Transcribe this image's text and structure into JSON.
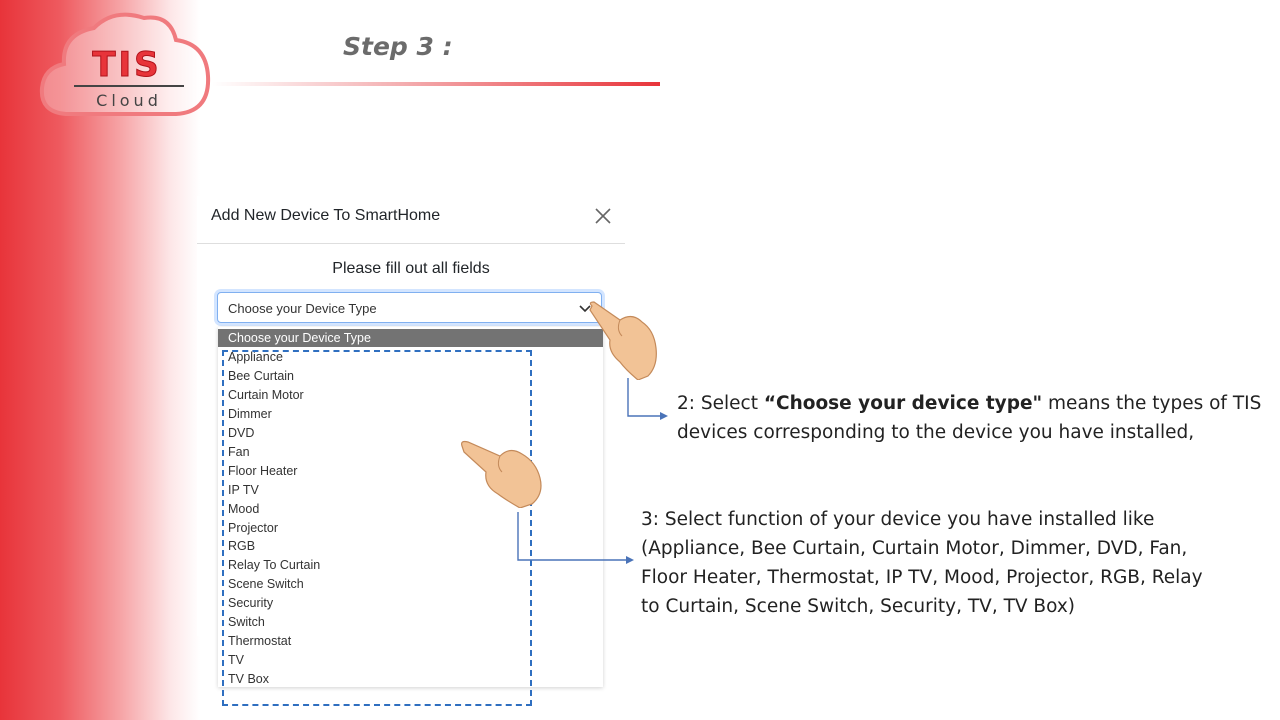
{
  "brand": {
    "logo_text": "TIS",
    "logo_sub": "Cloud",
    "accent_color": "#e8343a"
  },
  "header": {
    "step_title": "Step 3 :"
  },
  "modal": {
    "title": "Add New Device To SmartHome",
    "close_icon": "close-icon",
    "subtitle": "Please fill out all fields",
    "select": {
      "value": "Choose your Device Type",
      "chevron_icon": "chevron-down-icon"
    },
    "dropdown": {
      "highlighted": "Choose your Device Type",
      "options": [
        "Appliance",
        "Bee Curtain",
        "Curtain Motor",
        "Dimmer",
        "DVD",
        "Fan",
        "Floor Heater",
        "IP TV",
        "Mood",
        "Projector",
        "RGB",
        "Relay To Curtain",
        "Scene Switch",
        "Security",
        "Switch",
        "Thermostat",
        "TV",
        "TV Box"
      ]
    }
  },
  "notes": {
    "note2_prefix": "2: Select ",
    "note2_bold": "“Choose your device type\"",
    "note2_rest": " means the types of TIS",
    "note2_line2": "devices corresponding to the device you have installed,",
    "note3_line1": "3: Select function of your device you have installed like",
    "note3_line2": "(Appliance, Bee Curtain, Curtain Motor, Dimmer, DVD, Fan,",
    "note3_line3": "Floor Heater, Thermostat, IP TV, Mood, Projector, RGB, Relay",
    "note3_line4": "to Curtain, Scene Switch, Security, TV, TV Box)"
  }
}
